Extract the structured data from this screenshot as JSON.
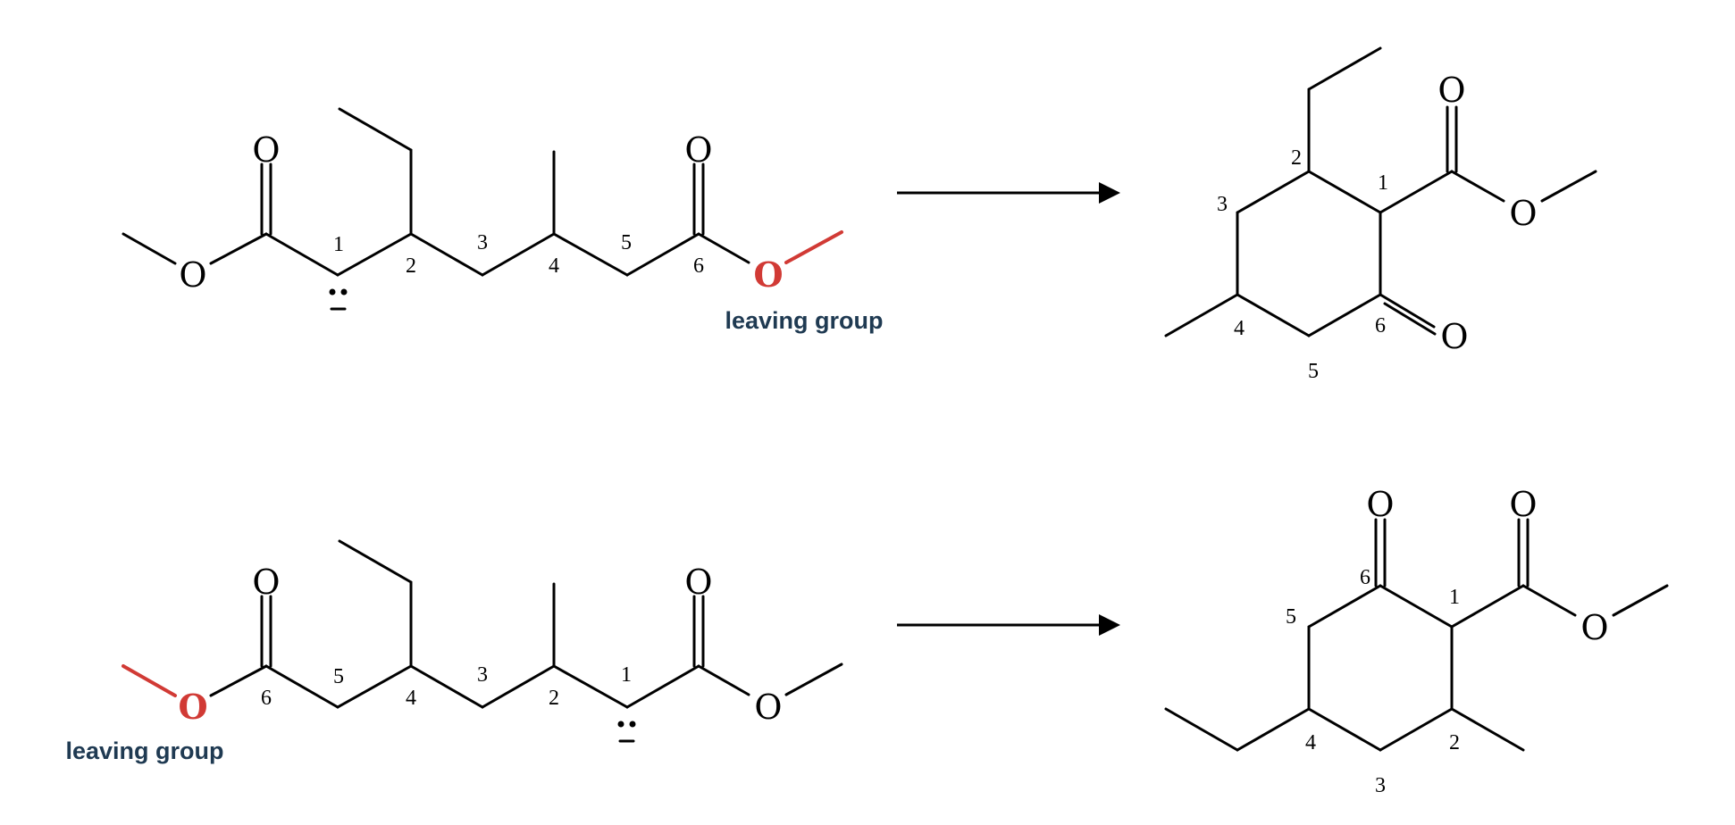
{
  "atoms": {
    "oxygen": "O"
  },
  "colors": {
    "leaving_group": "#d13a35",
    "note": "#1f3a52",
    "ink": "#000000"
  },
  "reaction_top": {
    "reactant": {
      "numbers": [
        "1",
        "2",
        "3",
        "4",
        "5",
        "6"
      ],
      "leaving_group_label": "leaving group"
    },
    "product": {
      "numbers": [
        "1",
        "2",
        "3",
        "4",
        "5",
        "6"
      ]
    }
  },
  "reaction_bottom": {
    "reactant": {
      "numbers": [
        "6",
        "5",
        "4",
        "3",
        "2",
        "1"
      ],
      "leaving_group_label": "leaving group"
    },
    "product": {
      "numbers": [
        "6",
        "1",
        "5",
        "4",
        "3",
        "2"
      ]
    }
  }
}
